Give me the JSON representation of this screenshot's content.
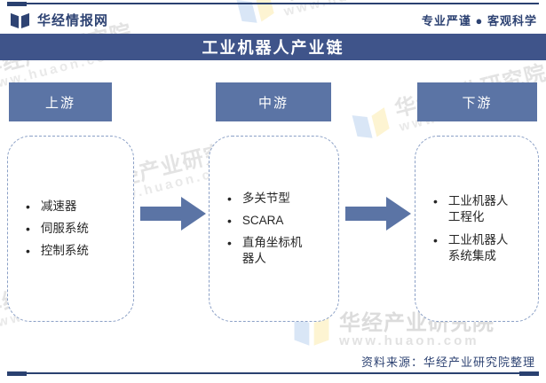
{
  "page": {
    "brand": "华经情报网",
    "tagline": "专业严谨 ● 客观科学",
    "title": "工业机器人产业链",
    "source": "资料来源：华经产业研究院整理"
  },
  "chain": {
    "stages": [
      {
        "label": "上游",
        "items": {
          "0": "减速器",
          "1": "伺服系统",
          "2": "控制系统"
        }
      },
      {
        "label": "中游",
        "items": {
          "0": "多关节型",
          "1": "SCARA",
          "2": "直角坐标机器人"
        }
      },
      {
        "label": "下游",
        "items": {
          "0": "工业机器人工程化",
          "1": "工业机器人系统集成"
        }
      }
    ]
  },
  "watermark": {
    "name": "华经产业研究院",
    "url": "www.huaon.com"
  },
  "colors": {
    "navy": "#2e4373",
    "rule": "#2a4170",
    "title_bar_bg": "#3f548a",
    "stage_header_bg": "#5b74a5",
    "arrow": "#5b74a5",
    "dashed_border": "#8ba0c6",
    "watermark_text": "#e3e3e3",
    "watermark_logo_blue": "#d9e6f6",
    "watermark_logo_yellow": "#fdf4d2"
  }
}
